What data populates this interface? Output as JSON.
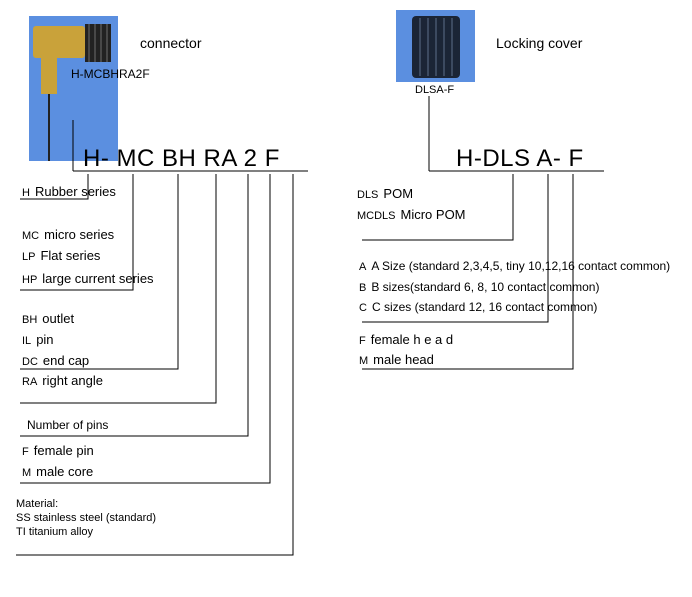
{
  "colors": {
    "photo_bg": "#5b8fe0",
    "connector_body": "#c9a23a",
    "cover": "#1b2536"
  },
  "connector": {
    "caption": "connector",
    "model_label": "H-MCBHRA2F",
    "code": "H- MC BH RA 2 F",
    "options": [
      {
        "prefix": "H",
        "label": "Rubber series"
      },
      {
        "prefix": "MC",
        "label": "micro series"
      },
      {
        "prefix": "LP",
        "label": "Flat series"
      },
      {
        "prefix": "HP",
        "label": "large current series"
      },
      {
        "prefix": "BH",
        "label": "outlet"
      },
      {
        "prefix": "IL",
        "label": "pin"
      },
      {
        "prefix": "DC",
        "label": "end cap"
      },
      {
        "prefix": "RA",
        "label": "right angle"
      },
      {
        "prefix": "",
        "label": "Number of pins"
      },
      {
        "prefix": "F",
        "label": "female pin"
      },
      {
        "prefix": "M",
        "label": "male core"
      }
    ],
    "material": {
      "title": "Material:",
      "lines": [
        "SS stainless steel (standard)",
        "TI  titanium alloy"
      ]
    }
  },
  "cover": {
    "caption": "Locking cover",
    "model_label": "DLSA-F",
    "code": "H-DLS A- F",
    "options": [
      {
        "prefix": "DLS",
        "label": "POM"
      },
      {
        "prefix": "MCDLS",
        "label": "Micro POM"
      },
      {
        "prefix": "A",
        "label": "A Size (standard 2,3,4,5, tiny 10,12,16 contact common)"
      },
      {
        "prefix": "B",
        "label": "B sizes(standard 6, 8, 10 contact common)"
      },
      {
        "prefix": "C",
        "label": "C  sizes (standard 12, 16 contact common)"
      },
      {
        "prefix": "F",
        "label": "female  h e a d"
      },
      {
        "prefix": "M",
        "label": "male head"
      }
    ]
  }
}
